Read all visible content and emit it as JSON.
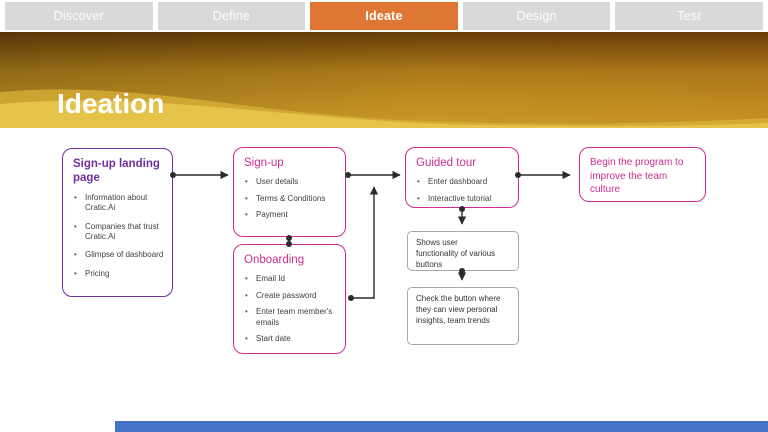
{
  "tabs": {
    "items": [
      {
        "label": "Discover",
        "active": false
      },
      {
        "label": "Define",
        "active": false
      },
      {
        "label": "Ideate",
        "active": true
      },
      {
        "label": "Design",
        "active": false
      },
      {
        "label": "Test",
        "active": false
      }
    ]
  },
  "header": {
    "title": "Ideation"
  },
  "flow": {
    "boxes": [
      {
        "id": "signup-landing-page",
        "title": "Sign-up landing page",
        "bullets": [
          "Information about Cratic.Ai",
          "Companies that trust Cratic.Ai",
          "Glimpse of dashboard",
          "Pricing"
        ]
      },
      {
        "id": "signup",
        "title": "Sign-up",
        "bullets": [
          "User details",
          "Terms & Conditions",
          "Payment"
        ]
      },
      {
        "id": "onboarding",
        "title": "Onboarding",
        "bullets": [
          "Email Id",
          "Create password",
          "Enter team member's emails",
          "Start date"
        ]
      },
      {
        "id": "guided-tour",
        "title": "Guided tour",
        "bullets": [
          "Enter dashboard",
          "Interactive tutorial"
        ]
      },
      {
        "id": "shows-user-functionality",
        "text": "Shows user functionality of various buttons"
      },
      {
        "id": "check-button",
        "text": "Check the button where they can view personal insights, team trends"
      },
      {
        "id": "begin-program",
        "text": "Begin the program to improve the team culture"
      }
    ]
  },
  "colors": {
    "active_tab_orange": "#de7733",
    "inactive_tab_gray": "#d9d9d9",
    "banner_gold": "#a87e1c",
    "purple_accent": "#7030a0",
    "magenta_accent": "#cb2e91",
    "gray_border": "#a8a8a8",
    "connector_black": "#2b2b2b",
    "footer_blue": "#4472c4"
  }
}
